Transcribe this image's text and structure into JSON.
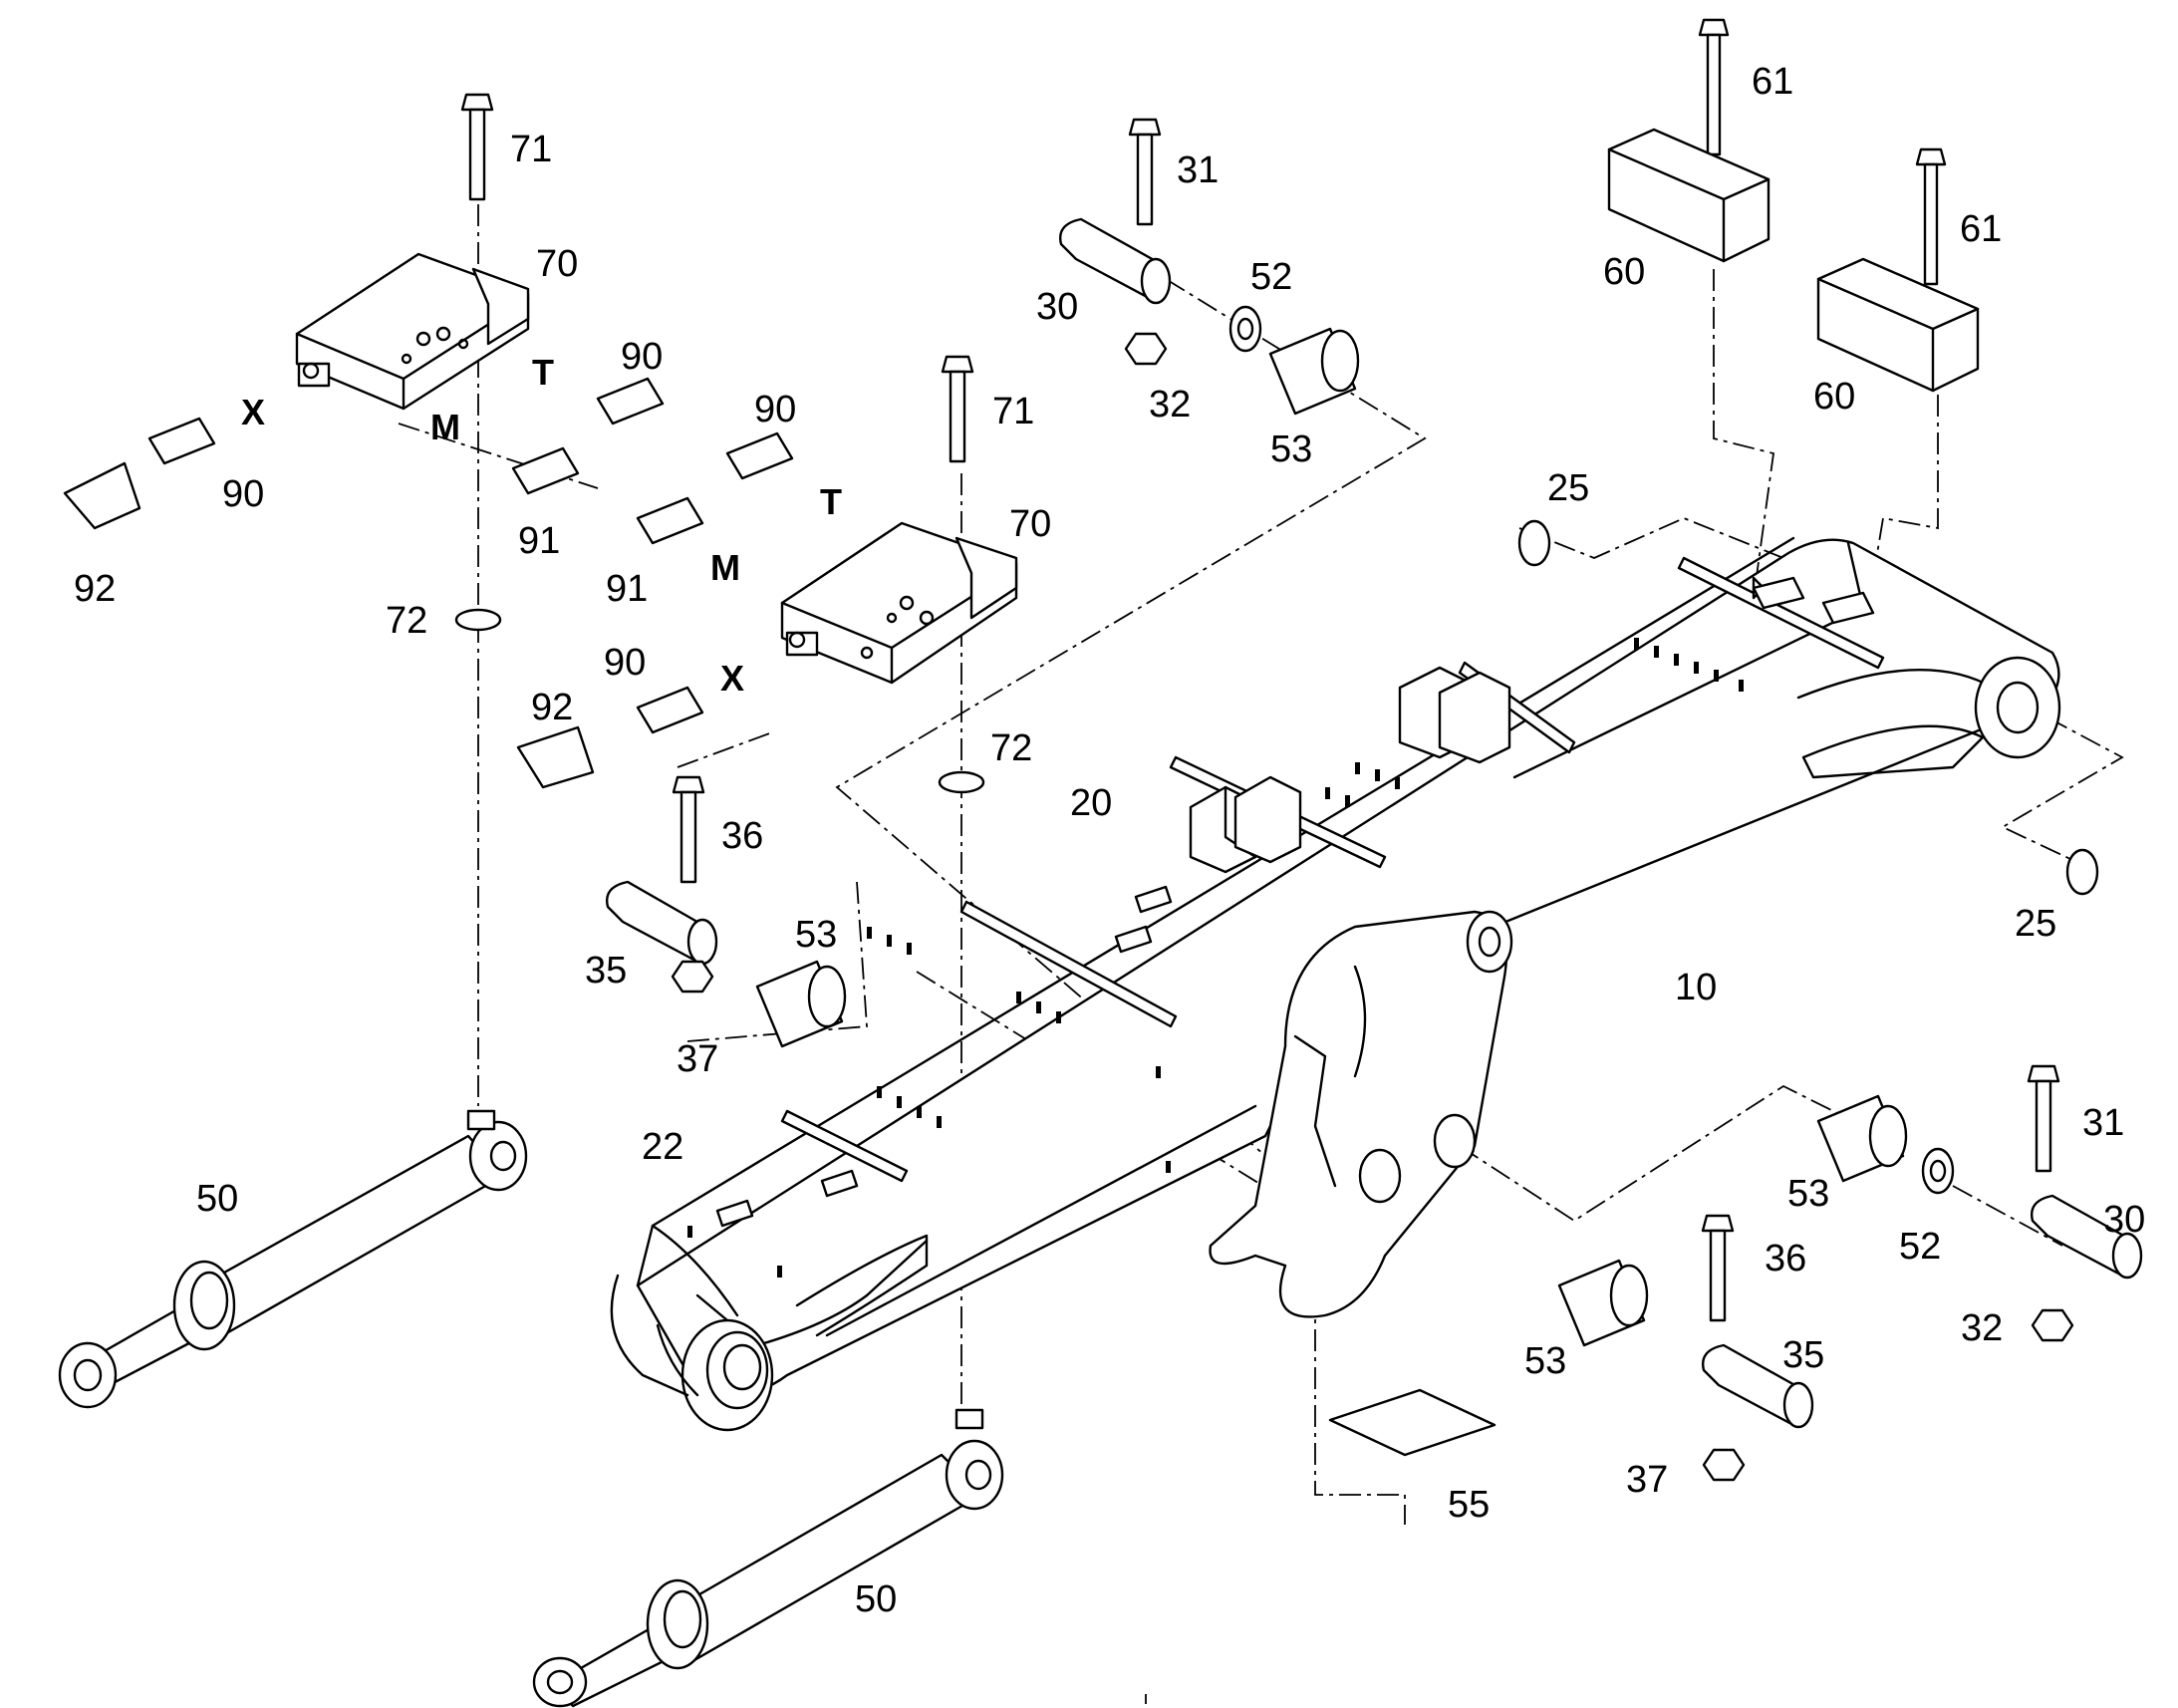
{
  "diagram": {
    "part_labels": {
      "p10": "10",
      "p20": "20",
      "p22": "22",
      "p25a": "25",
      "p25b": "25",
      "p30a": "30",
      "p30b": "30",
      "p31a": "31",
      "p31b": "31",
      "p32a": "32",
      "p32b": "32",
      "p35a": "35",
      "p35b": "35",
      "p36a": "36",
      "p36b": "36",
      "p37a": "37",
      "p37b": "37",
      "p50a": "50",
      "p50b": "50",
      "p52a": "52",
      "p52b": "52",
      "p53a": "53",
      "p53b": "53",
      "p53c": "53",
      "p53d": "53",
      "p55": "55",
      "p60a": "60",
      "p60b": "60",
      "p61a": "61",
      "p61b": "61",
      "p70a": "70",
      "p70b": "70",
      "p71a": "71",
      "p71b": "71",
      "p72a": "72",
      "p72b": "72",
      "p90a": "90",
      "p90b": "90",
      "p90c": "90",
      "p90d": "90",
      "p91a": "91",
      "p91b": "91",
      "p92a": "92",
      "p92b": "92"
    },
    "port_labels": {
      "xa": "X",
      "ta": "T",
      "ma": "M",
      "xb": "X",
      "tb": "T",
      "mb": "M"
    }
  }
}
